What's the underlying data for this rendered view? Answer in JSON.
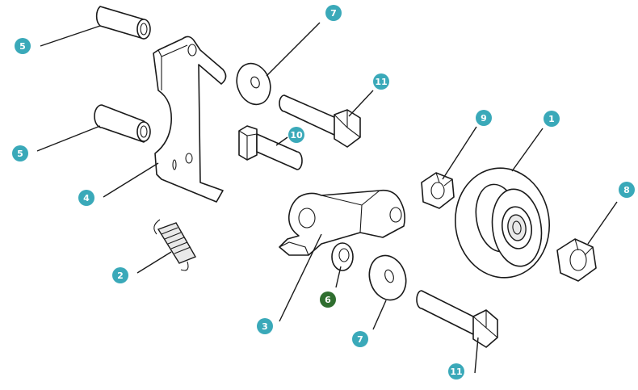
{
  "colors": {
    "callout_default": "#3aa9b9",
    "callout_highlight": "#2f6e2f",
    "line": "#1a1a1a"
  },
  "callouts": [
    {
      "id": "c5a",
      "label": "5",
      "part": "spacer-tube"
    },
    {
      "id": "c5b",
      "label": "5",
      "part": "spacer-tube"
    },
    {
      "id": "c7a",
      "label": "7",
      "part": "flat-washer"
    },
    {
      "id": "c11a",
      "label": "11",
      "part": "hex-bolt"
    },
    {
      "id": "c10",
      "label": "10",
      "part": "hex-bolt-short"
    },
    {
      "id": "c4",
      "label": "4",
      "part": "mounting-bracket"
    },
    {
      "id": "c2",
      "label": "2",
      "part": "extension-spring"
    },
    {
      "id": "c9",
      "label": "9",
      "part": "lock-nut"
    },
    {
      "id": "c1",
      "label": "1",
      "part": "idler-pulley"
    },
    {
      "id": "c8",
      "label": "8",
      "part": "lock-nut"
    },
    {
      "id": "c3",
      "label": "3",
      "part": "idler-arm"
    },
    {
      "id": "c6",
      "label": "6",
      "part": "bushing",
      "highlight": true
    },
    {
      "id": "c7b",
      "label": "7",
      "part": "flat-washer"
    },
    {
      "id": "c11b",
      "label": "11",
      "part": "hex-bolt"
    }
  ]
}
